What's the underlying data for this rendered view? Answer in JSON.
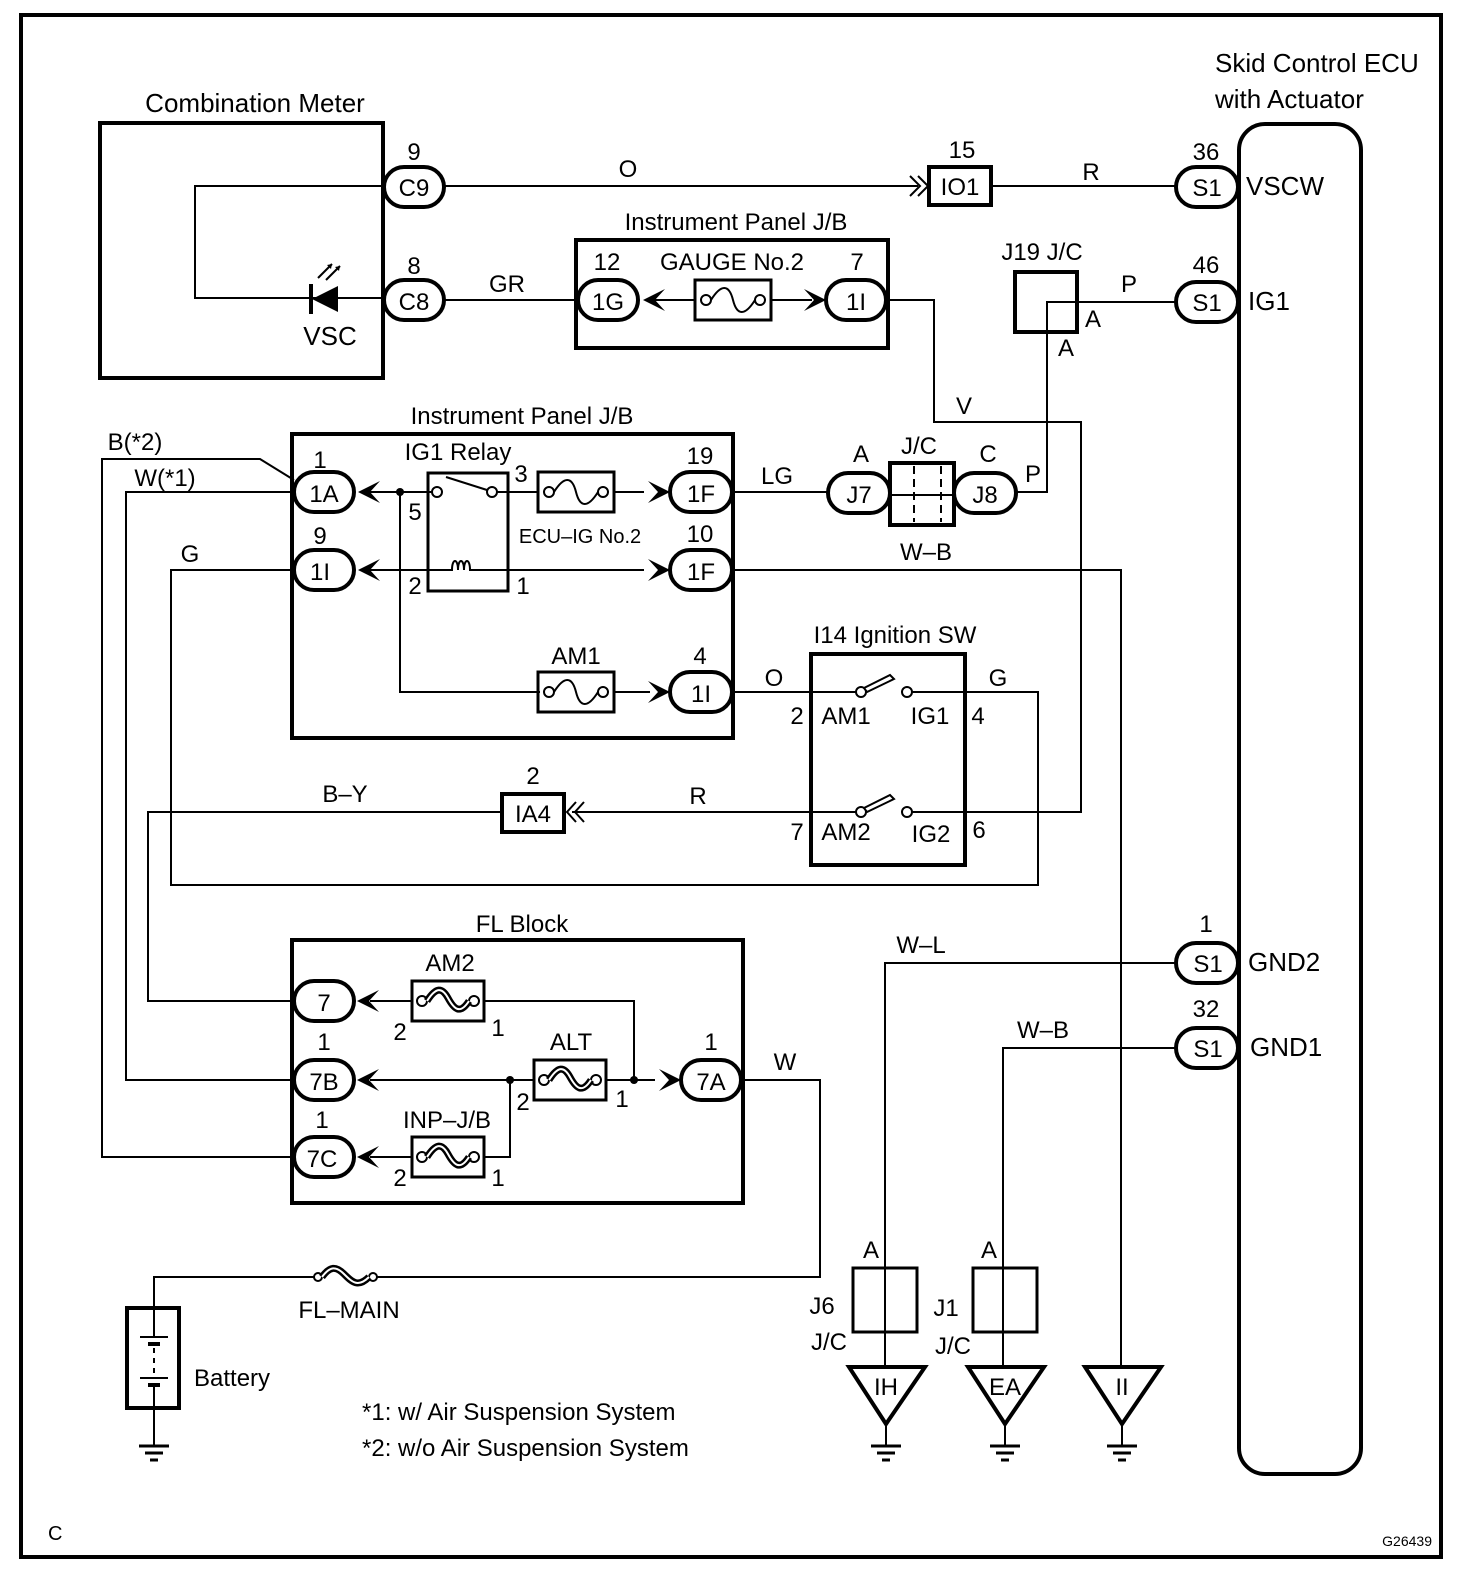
{
  "diagram": {
    "code_left": "C",
    "code_right": "G26439",
    "footnotes": [
      "*1: w/ Air Suspension System",
      "*2: w/o Air Suspension System"
    ]
  },
  "combination_meter": {
    "title": "Combination Meter",
    "lamp": "VSC",
    "pins": [
      {
        "num": "9",
        "conn": "C9"
      },
      {
        "num": "8",
        "conn": "C8"
      }
    ]
  },
  "ip_jb_upper": {
    "title": "Instrument Panel J/B",
    "fuse": "GAUGE No.2",
    "pins": [
      {
        "num": "12",
        "conn": "1G"
      },
      {
        "num": "7",
        "conn": "1I"
      }
    ]
  },
  "io1": {
    "num": "15",
    "conn": "IO1"
  },
  "ia4": {
    "num": "2",
    "conn": "IA4"
  },
  "j19": {
    "title": "J19 J/C",
    "pin_a1": "A",
    "pin_a2": "A"
  },
  "jc_j7_j8": {
    "title": "J/C",
    "left_pin": "A",
    "left_conn": "J7",
    "right_pin": "C",
    "right_conn": "J8"
  },
  "ecu": {
    "title_line1": "Skid Control ECU",
    "title_line2": "with Actuator",
    "pins": [
      {
        "num": "36",
        "conn": "S1",
        "signal": "VSCW"
      },
      {
        "num": "46",
        "conn": "S1",
        "signal": "IG1"
      },
      {
        "num": "1",
        "conn": "S1",
        "signal": "GND2"
      },
      {
        "num": "32",
        "conn": "S1",
        "signal": "GND1"
      }
    ]
  },
  "ip_jb_lower": {
    "title": "Instrument Panel J/B",
    "relay": "IG1 Relay",
    "relay_pins": [
      "3",
      "5",
      "2",
      "1"
    ],
    "fuse_ecu": "ECU–IG No.2",
    "fuse_am1": "AM1",
    "pins": [
      {
        "num": "1",
        "conn": "1A"
      },
      {
        "num": "9",
        "conn": "1I"
      },
      {
        "num": "19",
        "conn": "1F"
      },
      {
        "num": "10",
        "conn": "1F"
      },
      {
        "num": "4",
        "conn": "1I"
      }
    ]
  },
  "ignition_sw": {
    "title": "I14 Ignition SW",
    "terminals": [
      {
        "pin": "2",
        "name": "AM1"
      },
      {
        "pin": "4",
        "name": "IG1"
      },
      {
        "pin": "7",
        "name": "AM2"
      },
      {
        "pin": "6",
        "name": "IG2"
      }
    ]
  },
  "fl_block": {
    "title": "FL Block",
    "fuses": [
      {
        "name": "AM2",
        "pin_left": "2",
        "pin_right": "1"
      },
      {
        "name": "ALT",
        "pin_left": "2",
        "pin_right": "1"
      },
      {
        "name": "INP–J/B",
        "pin_left": "2",
        "pin_right": "1"
      }
    ],
    "pins": [
      {
        "num": "",
        "conn": "7"
      },
      {
        "num": "1",
        "conn": "7B"
      },
      {
        "num": "1",
        "conn": "7C"
      },
      {
        "num": "1",
        "conn": "7A"
      }
    ]
  },
  "battery": {
    "label": "Battery",
    "main_fuse": "FL–MAIN"
  },
  "grounds": [
    {
      "jc": "J6",
      "jc2": "J/C",
      "pin": "A",
      "point": "IH"
    },
    {
      "jc": "J1",
      "jc2": "J/C",
      "pin": "A",
      "point": "EA"
    },
    {
      "jc": "",
      "jc2": "",
      "pin": "",
      "point": "II"
    }
  ],
  "wire_colors": {
    "c9_io1": "O",
    "io1_ecu": "R",
    "c8_1g": "GR",
    "j19_ecu": "P",
    "gauge_out": "V",
    "b_star2": "B(*2)",
    "w_star1": "W(*1)",
    "g_relay": "G",
    "lg": "LG",
    "p_j8": "P",
    "wb_upper": "W–B",
    "o_ign": "O",
    "g_ign": "G",
    "by": "B–Y",
    "r_ign": "R",
    "w_fl": "W",
    "wl_gnd2": "W–L",
    "wb_gnd1": "W–B"
  }
}
